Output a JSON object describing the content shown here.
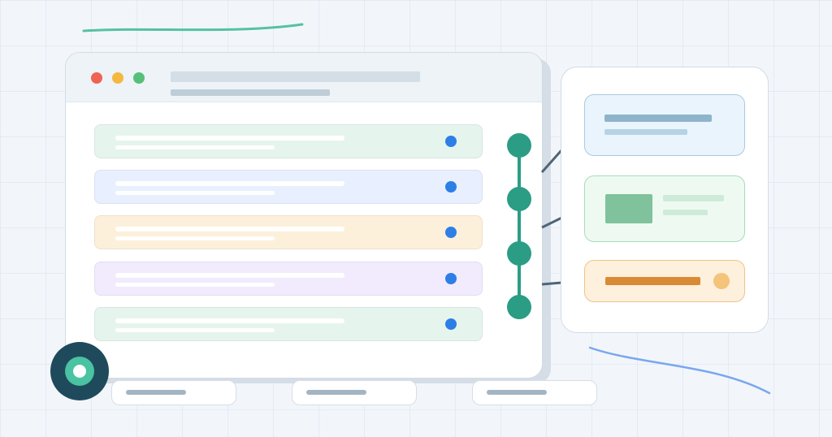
{
  "colors": {
    "background": "#f2f6fb",
    "traffic_red": "#ee6352",
    "traffic_yellow": "#f4b840",
    "traffic_green": "#56bf7a",
    "node_green": "#2a9d84",
    "status_blue": "#2d7fe6",
    "arrow": "#4f6577",
    "row_green": "#e6f4ee",
    "row_blue": "#e8efff",
    "row_orange": "#fdf0da",
    "row_purple": "#f1ebfd",
    "card_blue": "#e9f4fd",
    "card_green": "#eefaf1",
    "card_orange": "#fdf0dc",
    "squiggle_green": "#55c1a3",
    "squiggle_blue": "#7aa7ee"
  },
  "icons": {
    "traffic_lights": [
      "close-dot-icon",
      "minimize-dot-icon",
      "maximize-dot-icon"
    ],
    "status": "status-dot-icon",
    "node": "timeline-node-icon",
    "badge": "ring-badge-icon",
    "arrow": "arrow-icon"
  },
  "list_rows": [
    {
      "name": "list-row-1",
      "color": "green"
    },
    {
      "name": "list-row-2",
      "color": "blue"
    },
    {
      "name": "list-row-3",
      "color": "orange"
    },
    {
      "name": "list-row-4",
      "color": "purple"
    },
    {
      "name": "list-row-5",
      "color": "green"
    }
  ],
  "panel_cards": [
    {
      "name": "panel-card-blue",
      "color": "blue"
    },
    {
      "name": "panel-card-green",
      "color": "green"
    },
    {
      "name": "panel-card-orange",
      "color": "orange"
    }
  ],
  "bottom_pills": 3,
  "timeline_nodes": 4
}
